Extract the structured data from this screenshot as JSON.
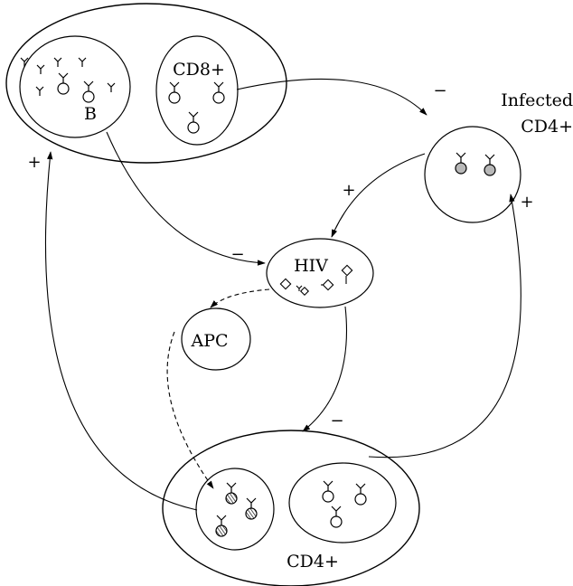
{
  "nodes": {
    "b_cells": {
      "label": "B"
    },
    "cd8": {
      "label": "CD8+"
    },
    "infected_cd4": {
      "label_line1": "Infected",
      "label_line2": "CD4+"
    },
    "hiv": {
      "label": "HIV"
    },
    "apc": {
      "label": "APC"
    },
    "cd4": {
      "label": "CD4+"
    }
  },
  "edges": {
    "cd8_to_infected": {
      "sign": "−",
      "style": "solid"
    },
    "infected_to_hiv": {
      "sign": "+",
      "style": "solid"
    },
    "b_to_hiv": {
      "sign": "−",
      "style": "solid"
    },
    "hiv_to_apc": {
      "sign": "",
      "style": "dashed"
    },
    "apc_to_cd4": {
      "sign": "",
      "style": "dashed"
    },
    "hiv_to_cd4": {
      "sign": "−",
      "style": "solid"
    },
    "cd4_to_infected": {
      "sign": "+",
      "style": "solid"
    },
    "cd4_to_bcd8": {
      "sign": "+",
      "style": "solid"
    }
  },
  "colors": {
    "line": "#000000",
    "infected_fill": "#b8b8b8",
    "background": "#ffffff"
  }
}
